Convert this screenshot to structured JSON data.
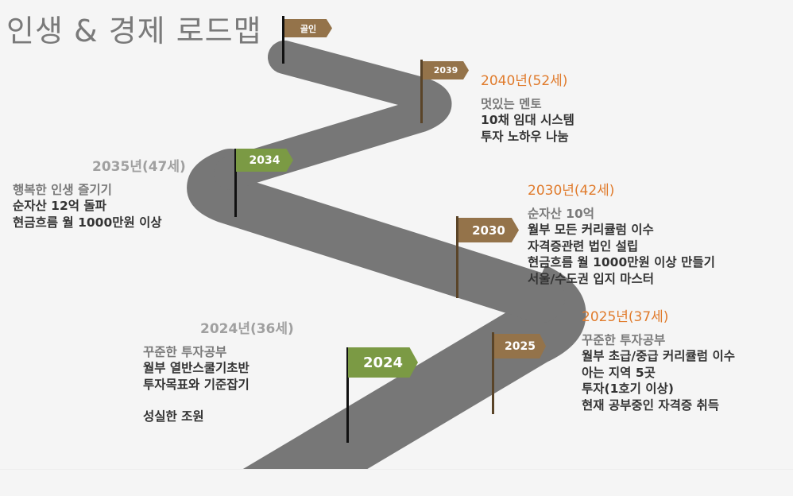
{
  "title": "인생 & 경제 로드맵",
  "colors": {
    "road": "#777777",
    "flag_brown": "#94734a",
    "flag_green": "#7b9a44",
    "accent_orange": "#e07b2c"
  },
  "flags": {
    "goal": "골인",
    "f2039": "2039",
    "f2034": "2034",
    "f2030": "2030",
    "f2025": "2025",
    "f2024": "2024"
  },
  "milestones": {
    "m2040": {
      "year": "2040년(52세)",
      "items": [
        "멋있는 멘토",
        "10채 임대 시스템",
        "투자 노하우 나눔"
      ]
    },
    "m2035": {
      "year": "2035년(47세)",
      "items": [
        "행복한 인생 즐기기",
        "순자산 12억 돌파",
        "현금흐름 월 1000만원 이상"
      ]
    },
    "m2030": {
      "year": "2030년(42세)",
      "items": [
        "순자산 10억",
        "월부 모든 커리큘럼 이수",
        "자격증관련 법인 설립",
        "현금흐름 월 1000만원 이상 만들기",
        "서울/수도권 입지 마스터"
      ]
    },
    "m2025": {
      "year": "2025년(37세)",
      "items": [
        "꾸준한 투자공부",
        "월부 초급/중급 커리큘럼 이수",
        "아는 지역 5곳",
        "투자(1호기 이상)",
        "현재 공부중인 자격증 취득"
      ]
    },
    "m2024": {
      "year": "2024년(36세)",
      "items": [
        "꾸준한 투자공부",
        "월부 열반스쿨기초반",
        "투자목표와 기준잡기",
        "성실한 조원"
      ]
    }
  }
}
